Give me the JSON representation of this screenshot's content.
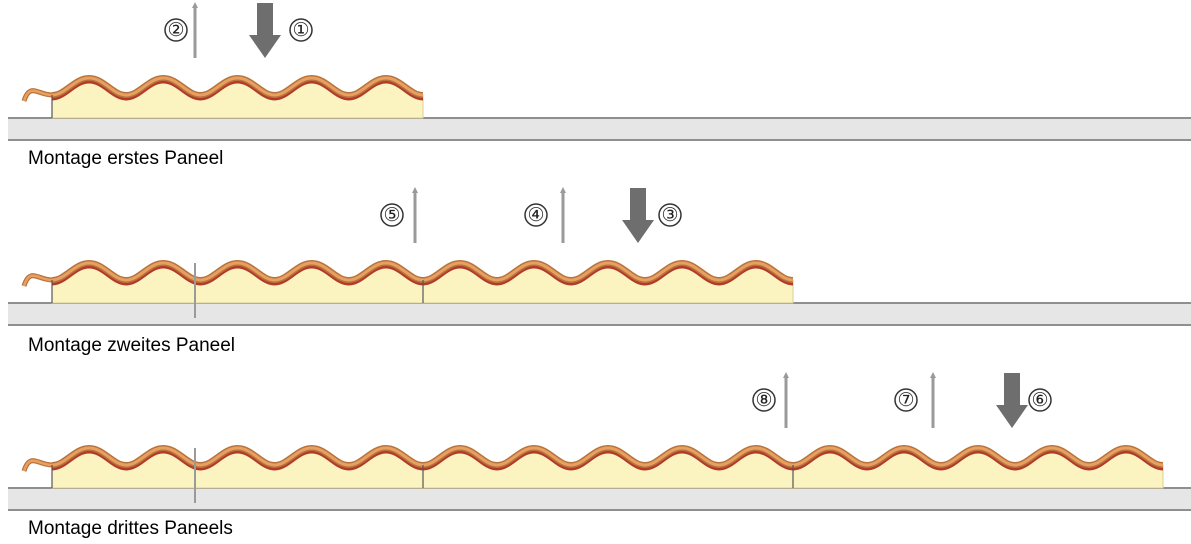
{
  "steps": [
    {
      "caption": "Montage erstes Paneel",
      "markers": [
        {
          "label": "②",
          "kind": "screw"
        },
        {
          "label": "①",
          "kind": "press"
        }
      ]
    },
    {
      "caption": "Montage zweites Paneel",
      "markers": [
        {
          "label": "⑤",
          "kind": "screw"
        },
        {
          "label": "④",
          "kind": "screw"
        },
        {
          "label": "③",
          "kind": "press"
        }
      ]
    },
    {
      "caption": "Montage drittes Paneels",
      "markers": [
        {
          "label": "⑧",
          "kind": "screw"
        },
        {
          "label": "⑦",
          "kind": "screw"
        },
        {
          "label": "⑥",
          "kind": "press"
        }
      ]
    }
  ],
  "colors": {
    "rail_fill": "#e6e6e6",
    "rail_line": "#8f8f8f",
    "foam": "#fbf3c0",
    "sheet_top": "#e8a060",
    "sheet_outline": "#b8733c",
    "liner": "#b23a2a",
    "arrow": "#6e6e6e",
    "screw": "#9a9a9a"
  }
}
